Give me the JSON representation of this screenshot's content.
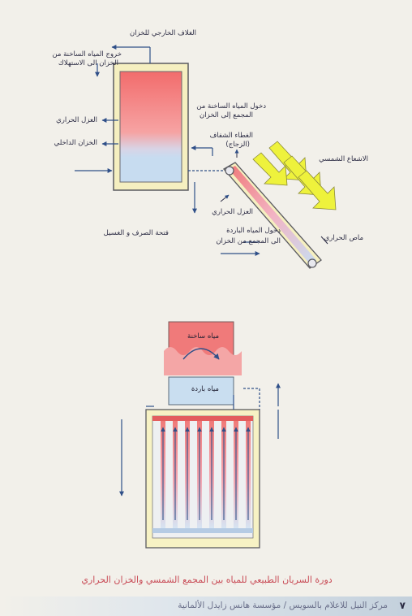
{
  "diagram1": {
    "labels": {
      "outer_casing": "الغلاف الخارجي للخزان",
      "hot_water_out_line1": "خروج المياه الساخنة من",
      "hot_water_out_line2": "الخزان الى الاستهلاك",
      "thermal_insulation": "العزل الحراري",
      "inner_tank": "الخزان الداخلي",
      "hot_water_in_line1": "دخول المياه الساخنة من",
      "hot_water_in_line2": "المجمع إلى الخزان",
      "transparent_cover_line1": "الغطاء الشفاف",
      "transparent_cover_line2": "(الزجاج)",
      "solar_radiation": "الاشعاع الشمسي",
      "collector_insulation": "العزل الحراري",
      "cold_water_in_line1": "دخول المياه الباردة",
      "cold_water_in_line2": "الى المجمع من الخزان",
      "heat_absorber": "ماص الحراري",
      "drain_valve": "فتحة الصرف و الغسيل"
    }
  },
  "diagram2": {
    "labels": {
      "hot_water": "مياه ساخنة",
      "cold_water": "مياه باردة"
    }
  },
  "caption": "دورة السريان الطبيعي للمياه بين المجمع الشمسي والخزان الحراري",
  "footer": {
    "text": "مركز النيل للاعلام بالسويس / مؤسسة هانس زايدل الألمانية",
    "page_number": "٧"
  },
  "colors": {
    "hot": "#f07a7a",
    "cold": "#c9def0",
    "absorber_sun": "#eef23c",
    "line": "#2f4f88",
    "frame_fill": "#f7f2c4"
  }
}
